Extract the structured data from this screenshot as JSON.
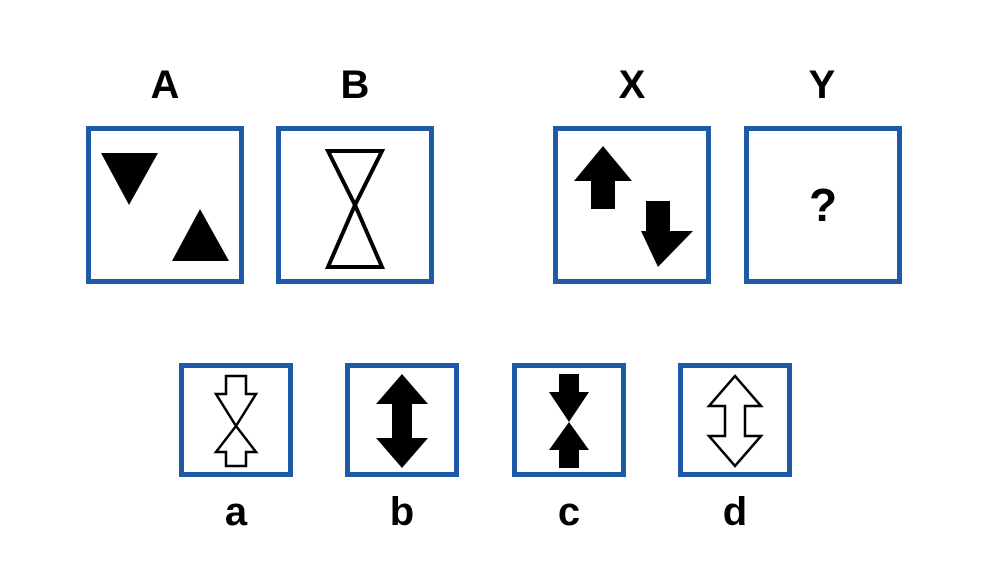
{
  "analogy": {
    "labels": {
      "a": "A",
      "b": "B",
      "x": "X",
      "y": "Y"
    },
    "unknown_symbol": "?"
  },
  "options": {
    "labels": [
      "a",
      "b",
      "c",
      "d"
    ]
  },
  "colors": {
    "frame": "#1f5aa8",
    "fill": "#000000"
  },
  "icons": {
    "A": "two-solid-triangles-icon",
    "B": "hourglass-outline-icon",
    "X": "up-down-solid-arrows-icon",
    "a": "outline-arrows-meeting-icon",
    "b": "solid-double-arrow-icon",
    "c": "solid-arrows-meeting-icon",
    "d": "outline-double-arrow-icon"
  }
}
